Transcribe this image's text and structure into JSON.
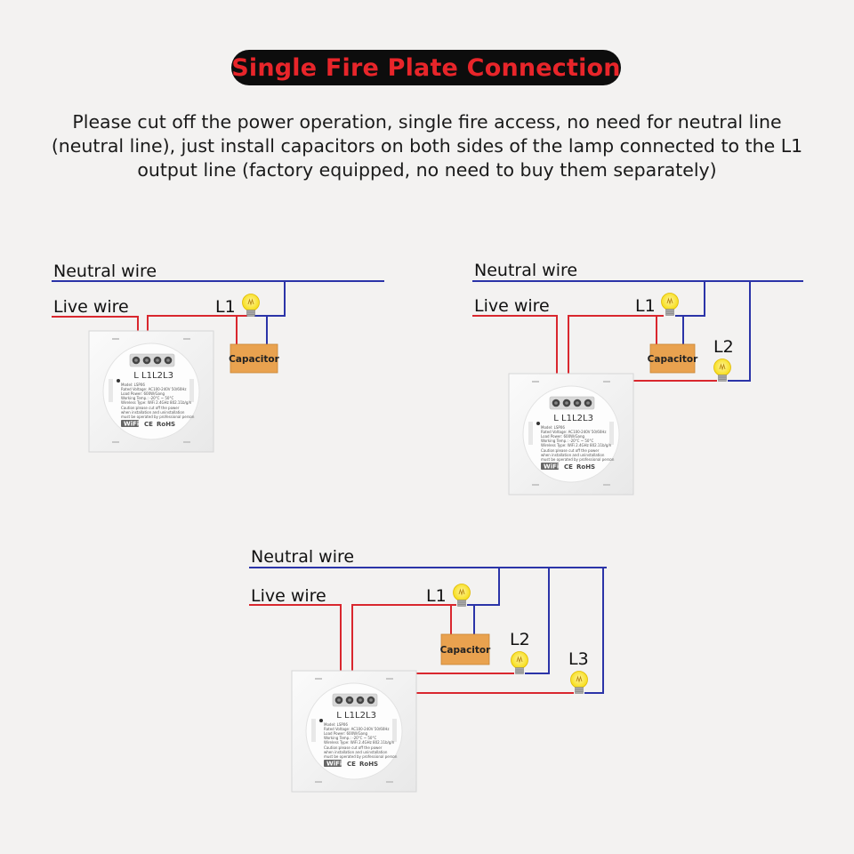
{
  "title": "Single Fire Plate Connection",
  "description": "Please cut off the power operation, single fire access, no need for neutral line (neutral line), just install capacitors on both sides of the lamp connected to the L1 output line (factory equipped, no need to buy them separately)",
  "labels": {
    "neutral": "Neutral wire",
    "live": "Live wire",
    "capacitor": "Capacitor",
    "l1": "L1",
    "l2": "L2",
    "l3": "L3"
  },
  "terminals": [
    "L",
    "L1",
    "L2",
    "L3"
  ],
  "plate_text": {
    "model": "Model: LSP06",
    "voltage": "Rated Voltage: AC100-240V 50/60Hz",
    "load": "Load Power: 600W/Gang",
    "temp": "Working Temp.: -20°C ~ 50°C",
    "wireless": "Wireless Type: WiFi 2.4GHz 802.11b/g/n",
    "caution1": "Caution:please cut off the power",
    "caution2": "when installation and uninstallation",
    "caution3": "must be operated by professional person",
    "wifi": "WiFi",
    "ce": "CE",
    "rohs": "RoHS"
  },
  "colors": {
    "title_bg": "#0d0d0d",
    "title_text": "#e8252a",
    "live_wire": "#d9272e",
    "neutral_wire": "#2b34a8",
    "capacitor": "#e9a24f",
    "bulb": "#f6dc12"
  },
  "diagrams": [
    {
      "gangs": 1
    },
    {
      "gangs": 2
    },
    {
      "gangs": 3
    }
  ]
}
